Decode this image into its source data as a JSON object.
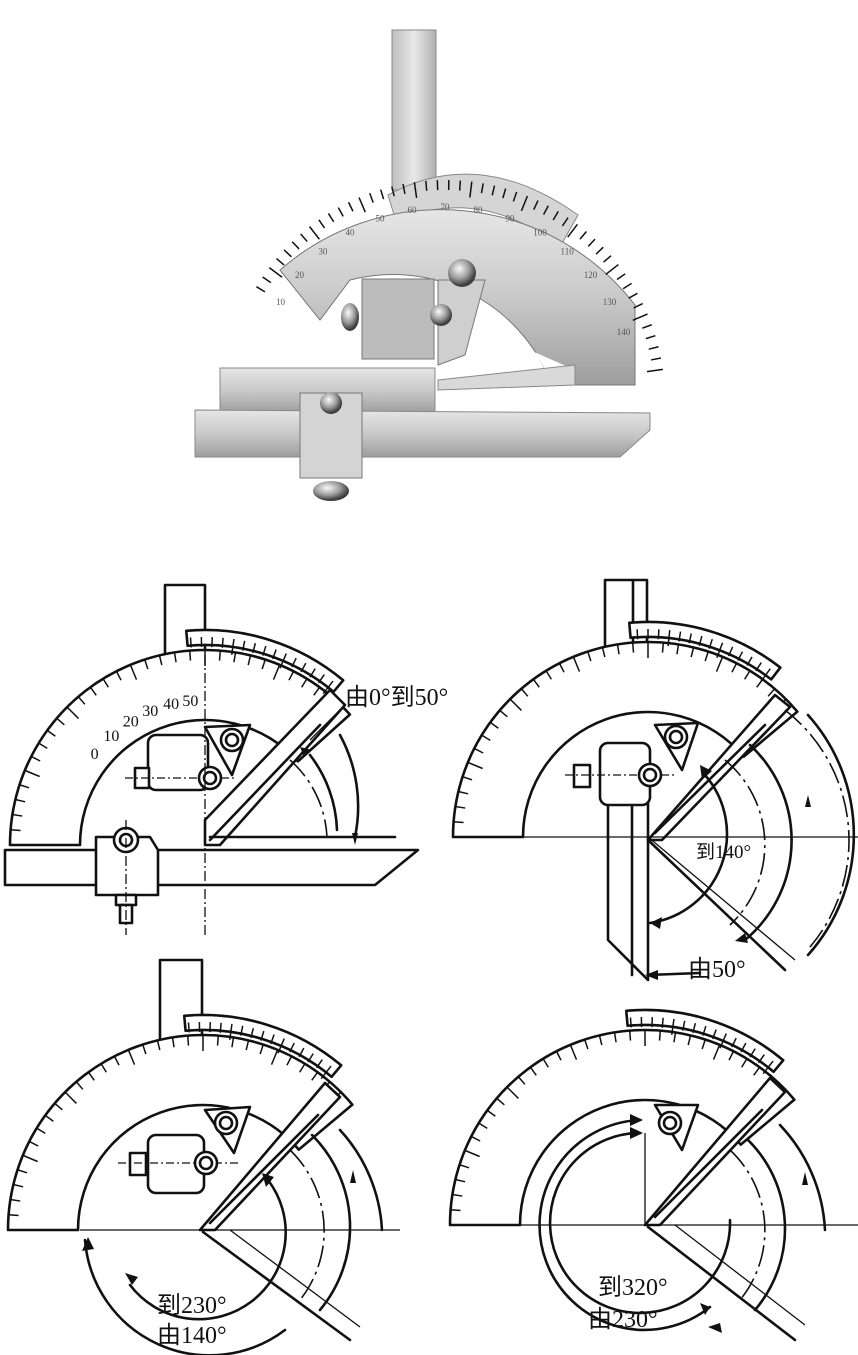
{
  "photo": {
    "scale_labels": [
      "10",
      "20",
      "30",
      "40",
      "50",
      "60",
      "70",
      "80",
      "90",
      "100",
      "110",
      "120",
      "130",
      "140"
    ]
  },
  "diagram_a": {
    "label": "由0°到50°",
    "scale_labels": [
      "0",
      "10",
      "20",
      "30",
      "40",
      "50"
    ]
  },
  "diagram_b": {
    "label_to": "到140°",
    "label_from": "由50°"
  },
  "diagram_c": {
    "label_to": "到230°",
    "label_from": "由140°"
  },
  "diagram_d": {
    "label_to": "到320°",
    "label_from": "由230°"
  }
}
